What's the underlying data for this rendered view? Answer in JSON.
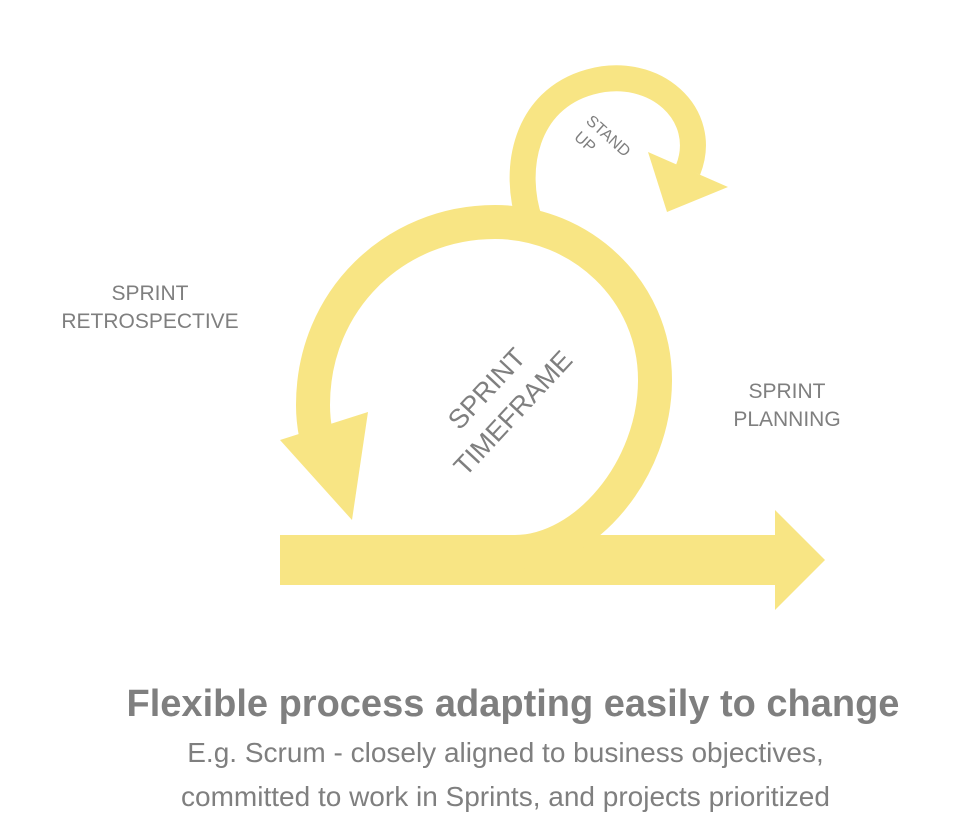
{
  "diagram": {
    "labels": {
      "retrospective": [
        "SPRINT",
        "RETROSPECTIVE"
      ],
      "planning": [
        "SPRINT",
        "PLANNING"
      ],
      "standup": [
        "STAND",
        "UP"
      ],
      "timeframe": [
        "SPRINT",
        "TIMEFRAME"
      ]
    },
    "colors": {
      "arrow": "#f8e584",
      "text": "#7f7f7f"
    }
  },
  "caption": {
    "heading": "Flexible process adapting easily to change",
    "line1": "E.g. Scrum - closely aligned to business objectives,",
    "line2": "committed to work in Sprints, and projects prioritized"
  }
}
